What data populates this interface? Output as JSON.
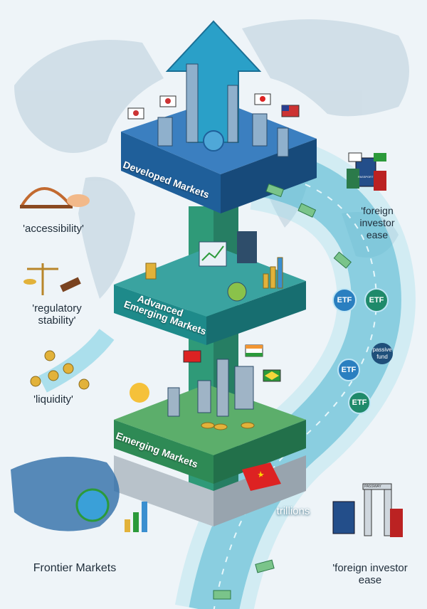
{
  "tiers": {
    "developed": "Developed Markets",
    "advanced_line1": "Advanced",
    "advanced_line2": "Emerging Markets",
    "emerging": "Emerging Markets"
  },
  "factors": {
    "accessibility": "'accessibility'",
    "regulatory_line1": "'regulatory",
    "regulatory_line2": "stability'",
    "liquidity": "'liquidity'",
    "frontier": "Frontier Markets"
  },
  "flows": {
    "trillions": "trillions",
    "foreign_top_line1": "'foreign",
    "foreign_top_line2": "investor",
    "foreign_top_line3": "ease",
    "foreign_bottom_line1": "'foreign investor",
    "foreign_bottom_line2": "ease",
    "etf": [
      "ETF",
      "ETF",
      "ETF",
      "ETF"
    ],
    "passive_line1": "passive",
    "passive_line2": "fund",
    "passport": "PASSPORT",
    "passway": "PASSWAY"
  },
  "colors": {
    "developed": "#1f5f9a",
    "advanced": "#1e8a8a",
    "emerging": "#2e8a55",
    "column": "#2f9a78",
    "stream": "#4fb6d0"
  }
}
